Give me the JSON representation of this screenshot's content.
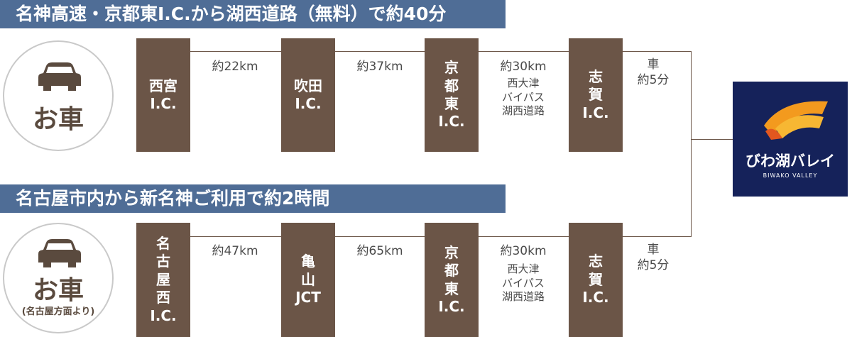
{
  "route1": {
    "banner": "名神高速・京都東I.C.から湖西道路（無料）で約40分",
    "origin": "お車",
    "stops": [
      "西宮\nI.C.",
      "吹田\nI.C.",
      "京\n都\n東\nI.C.",
      "志\n賀\nI.C."
    ],
    "distances": [
      "約22km",
      "約37km",
      "約30km"
    ],
    "via": "西大津\nバイパス\n湖西道路",
    "last_leg": "車\n約5分"
  },
  "route2": {
    "banner": "名古屋市内から新名神ご利用で約2時間",
    "origin": "お車",
    "origin_note": "(名古屋方面より)",
    "stops": [
      "名\n古\n屋\n西\nI.C.",
      "亀\n山\nJCT",
      "京\n都\n東\nI.C.",
      "志\n賀\nI.C."
    ],
    "distances": [
      "約47km",
      "約65km",
      "約30km"
    ],
    "via": "西大津\nバイパス\n湖西道路",
    "last_leg": "車\n約5分"
  },
  "destination": {
    "name": "びわ湖バレイ",
    "name_en": "BIWAKO VALLEY"
  },
  "colors": {
    "banner": "#4f6d96",
    "box": "#6b5547",
    "logo_bg": "#15225a",
    "logo_orange": "#f39a1e"
  }
}
